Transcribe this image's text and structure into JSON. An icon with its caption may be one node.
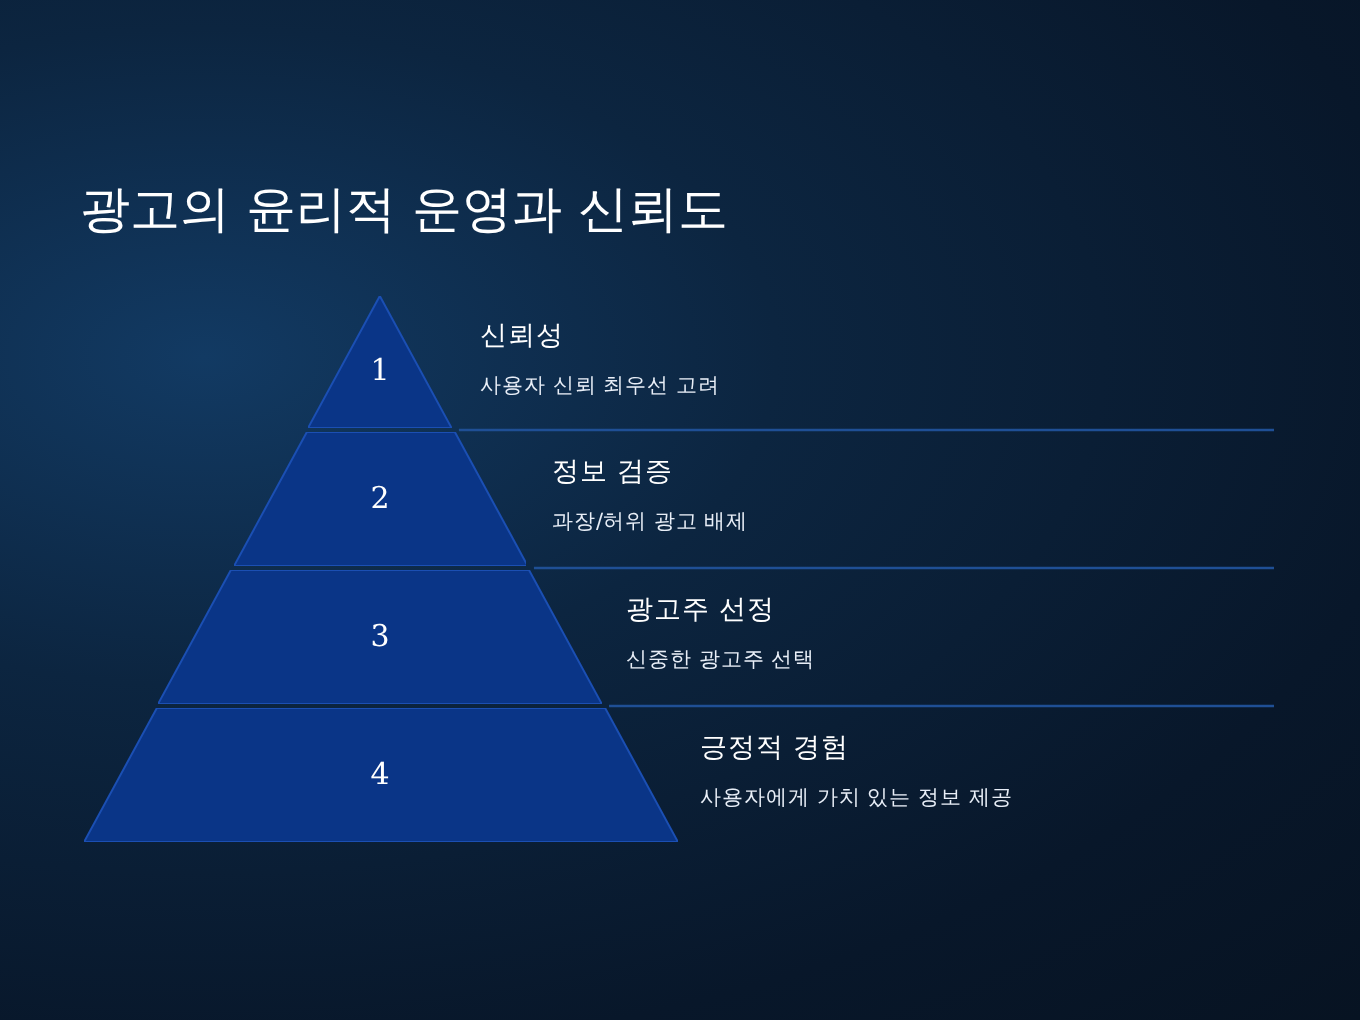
{
  "diagram": {
    "title": "광고의 윤리적 운영과 신뢰도",
    "nodes": [
      {
        "text": [
          "1"
        ],
        "beside": [
          "신뢰성",
          "사용자 신뢰 최우선 고려"
        ]
      },
      {
        "text": [
          "2"
        ],
        "beside": [
          "정보 검증",
          "과장/허위 광고 배제"
        ]
      },
      {
        "text": [
          "3"
        ],
        "beside": [
          "광고주 선정",
          "신중한 광고주 선택"
        ]
      },
      {
        "text": [
          "4"
        ],
        "beside": [
          "긍정적 경험",
          "사용자에게 가치 있는 정보 제공"
        ]
      }
    ]
  }
}
